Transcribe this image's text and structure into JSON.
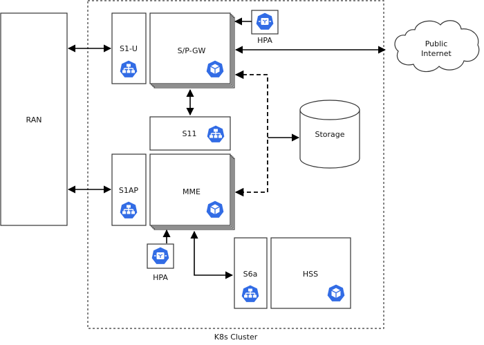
{
  "cluster": {
    "label": "K8s Cluster"
  },
  "ran": {
    "label": "RAN"
  },
  "s1u": {
    "label": "S1-U"
  },
  "spgw": {
    "label": "S/P-GW"
  },
  "hpa_top": {
    "label": "HPA"
  },
  "internet": {
    "label_line1": "Public",
    "label_line2": "Internet"
  },
  "s11": {
    "label": "S11"
  },
  "storage": {
    "label": "Storage"
  },
  "s1ap": {
    "label": "S1AP"
  },
  "mme": {
    "label": "MME"
  },
  "hpa_bottom": {
    "label": "HPA"
  },
  "s6a": {
    "label": "S6a"
  },
  "hss": {
    "label": "HSS"
  },
  "colors": {
    "k8s_blue": "#326ce5",
    "line": "#000000",
    "border": "#333333"
  },
  "icons": {
    "service": "k8s-service-icon",
    "pod": "k8s-pod-icon",
    "hpa": "k8s-hpa-icon"
  }
}
